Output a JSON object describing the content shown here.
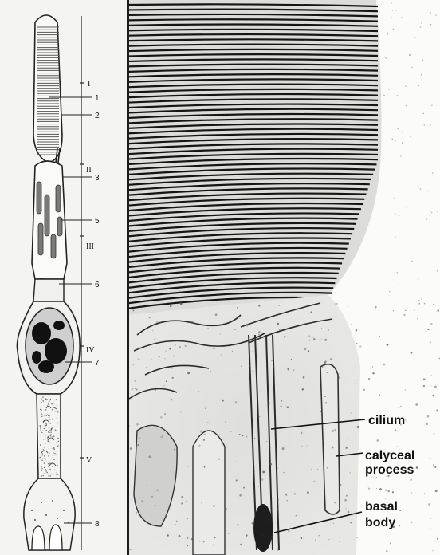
{
  "drawing": {
    "numbers": [
      "1",
      "2",
      "3",
      "5",
      "6",
      "7",
      "8"
    ],
    "regions": [
      "I",
      "II",
      "III",
      "IV",
      "V"
    ]
  },
  "micrograph": {
    "labels": {
      "cilium": "cilium",
      "calyceal_1": "calyceal",
      "calyceal_2": "process",
      "basal_1": "basal",
      "basal_2": "body"
    }
  },
  "colors": {
    "ink": "#111111",
    "disc": "#1a1a1a",
    "background": "#f7f7f5"
  }
}
